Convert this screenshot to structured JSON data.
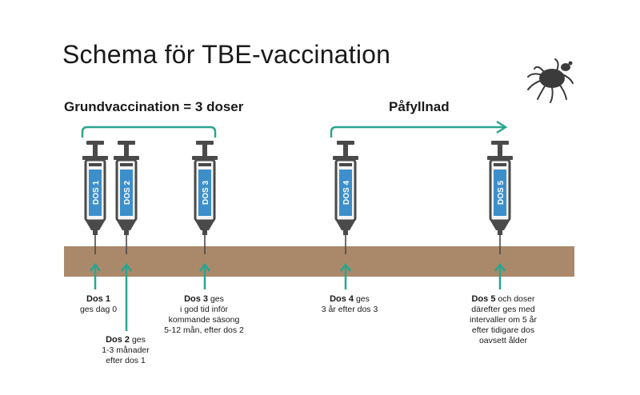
{
  "title": "Schema för TBE-vaccination",
  "groups": {
    "grund_label": "Grundvaccination = 3 doser",
    "pafyllnad_label": "Påfyllnad"
  },
  "doses": [
    {
      "label": "DOS 1",
      "cap_bold": "Dos 1",
      "cap_text_1": "ges dag 0"
    },
    {
      "label": "DOS 2",
      "cap_bold": "Dos 2",
      "cap_text_1": "ges",
      "cap_text_2": "1-3 månader",
      "cap_text_3": "efter dos 1"
    },
    {
      "label": "DOS 3",
      "cap_bold": "Dos 3",
      "cap_text_1": "ges",
      "cap_text_2": "i god tid inför",
      "cap_text_3": "kommande säsong",
      "cap_text_4": "5-12 mån, efter dos 2"
    },
    {
      "label": "DOS 4",
      "cap_bold": "Dos 4",
      "cap_text_1": "ges",
      "cap_text_2": "3 år efter dos 3"
    },
    {
      "label": "DOS 5",
      "cap_bold": "Dos 5",
      "cap_text_1": "och doser",
      "cap_text_2": "därefter ges med",
      "cap_text_3": "intervaller om 5 år",
      "cap_text_4": "efter tidigare dos",
      "cap_text_5": "oavsett ålder"
    }
  ],
  "colors": {
    "accent": "#2aa58f",
    "syringe_blue": "#3d8fcb",
    "syringe_dark": "#4a4a4a",
    "skin": "#a9896a",
    "tick": "#3b3b3b"
  },
  "icons": {
    "tick": "tick-icon"
  }
}
